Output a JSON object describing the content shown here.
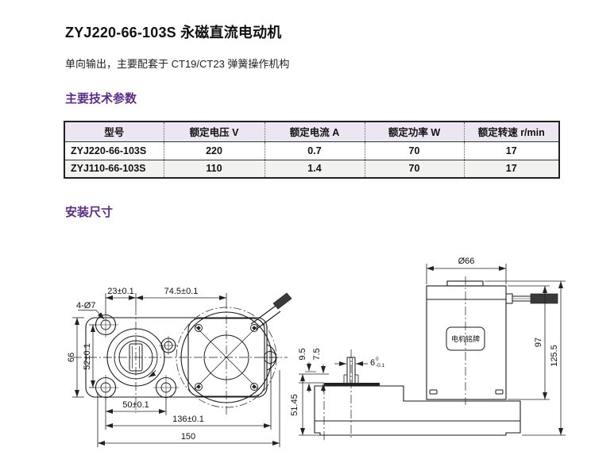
{
  "page": {
    "title": "ZYJ220-66-103S 永磁直流电动机",
    "subtitle": "单向输出，主要配套于 CT19/CT23 弹簧操作机构"
  },
  "sections": {
    "params_heading": "主要技术参数",
    "install_heading": "安装尺寸"
  },
  "colors": {
    "heading_purple": "#5b2d87",
    "table_header_bg": "#ebe6f1",
    "table_alt_row_bg": "#f2f2f0",
    "line_color": "#1a1a1a"
  },
  "table": {
    "headers": [
      "型号",
      "额定电压 V",
      "额定电流 A",
      "额定功率 W",
      "额定转速 r/min"
    ],
    "rows": [
      {
        "model": "ZYJ220-66-103S",
        "voltage": "220",
        "current": "0.7",
        "power": "70",
        "speed": "17"
      },
      {
        "model": "ZYJ110-66-103S",
        "voltage": "110",
        "current": "1.4",
        "power": "70",
        "speed": "17"
      }
    ]
  },
  "drawing": {
    "front_view": {
      "dim_holes": "4-Ø7",
      "dim_23": "23±0.1",
      "dim_74_5": "74.5±0.1",
      "dim_66": "66",
      "dim_52": "52±0.1",
      "dim_50": "50±0.1",
      "dim_136": "136±0.1",
      "dim_150": "150"
    },
    "side_view": {
      "dim_d66": "Ø66",
      "dim_97": "97",
      "dim_125_5": "125.5",
      "dim_9_5": "9.5",
      "dim_7_5": "7.5",
      "dim_6": "6",
      "dim_6_tol_upper": "0",
      "dim_6_tol_lower": "-0.1",
      "dim_51_45": "51.45",
      "nameplate": "电机铭牌"
    }
  }
}
